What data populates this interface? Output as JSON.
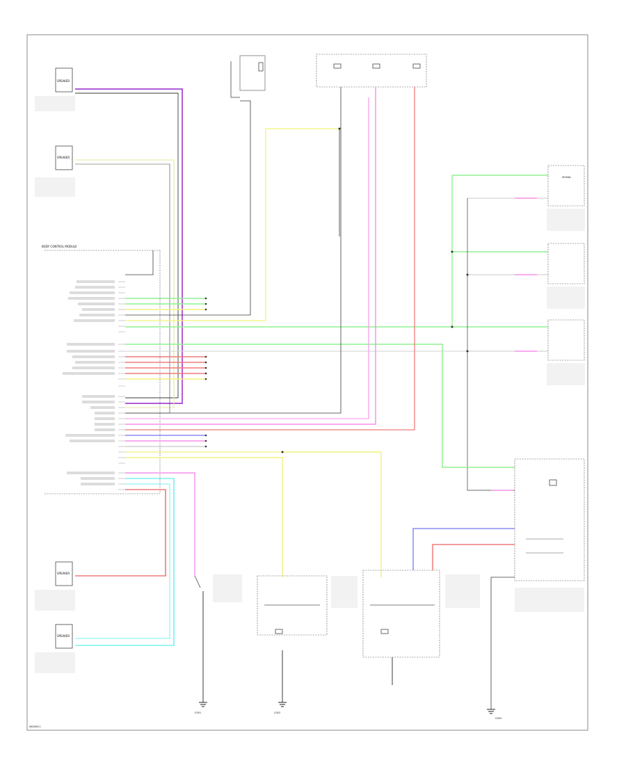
{
  "colors": {
    "black": "#3a3a3a",
    "violet": "#b05cd6",
    "yellow": "#f2f27a",
    "green": "#8ff08f",
    "pink": "#f58fe8",
    "red": "#f07a7a",
    "blue": "#8c8cf5",
    "cyan": "#7af0f0",
    "light_gray": "#c8c8c8"
  },
  "labels": {
    "speaker_1": "SPEAKER",
    "speaker_2": "SPEAKER",
    "speaker_3": "SPEAKER",
    "speaker_4": "SPEAKER",
    "module_title": "BODY CONTROL MODULE",
    "signal_short": "SIGNAL",
    "ground_1": "G301",
    "ground_2": "G302",
    "ground_3": "G303",
    "footer_code": "WD00811"
  }
}
